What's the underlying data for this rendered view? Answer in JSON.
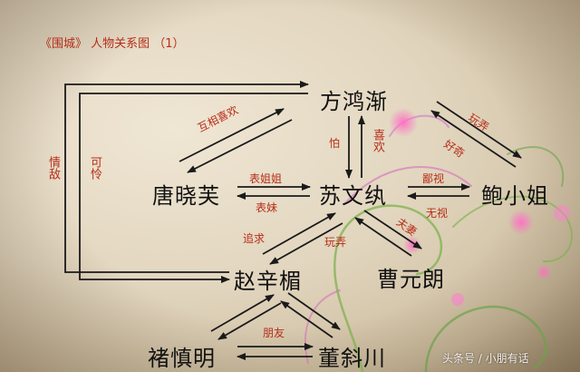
{
  "title": "《围城》 人物关系图 （1）",
  "watermark": "头条号 / 小朋有话",
  "colors": {
    "arrow": "#1a1a1a",
    "label": "#b72d18",
    "node": "#111111"
  },
  "nodes": {
    "fang": "方鸿渐",
    "tang": "唐晓芙",
    "su": "苏文纨",
    "bao": "鲍小姐",
    "zhao": "赵辛楣",
    "cao": "曹元朗",
    "chu": "褚慎明",
    "dong": "董斜川"
  },
  "relations": {
    "tang_fang": "互相喜欢",
    "fang_bao": "玩弄",
    "bao_fang": "好奇",
    "su_fang": "喜欢",
    "fang_su": "怕",
    "tang_su": "表姐姐",
    "su_tang": "表妹",
    "su_bao": "鄙视",
    "bao_su": "无视",
    "zhao_su": "追求",
    "su_zhao": "玩弄",
    "su_cao": "夫妻",
    "zhao_fang_left": "情敌",
    "fang_zhao_left": "可怜",
    "chu_dong": "朋友"
  }
}
